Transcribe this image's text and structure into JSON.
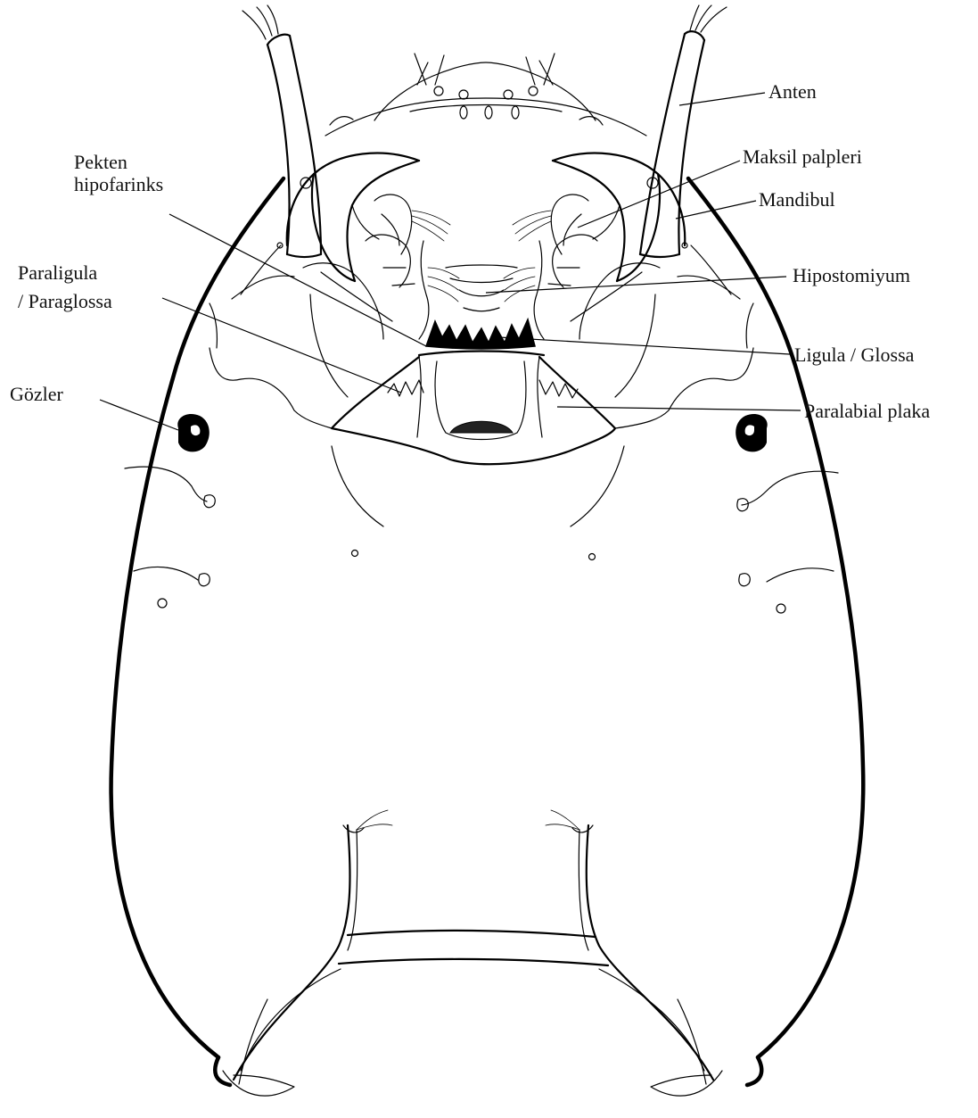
{
  "labels": {
    "anten": "Anten",
    "maksil_palpleri": "Maksil palpleri",
    "mandibul": "Mandibul",
    "pekten_line1": "Pekten",
    "pekten_line2": "hipofarinks",
    "hipostomiyum": "Hipostomiyum",
    "paraligula_line1": "Paraligula",
    "paraligula_line2": "/ Paraglossa",
    "ligula": "Ligula / Glossa",
    "gozler": "Gözler",
    "paralabial": "Paralabial plaka"
  },
  "colors": {
    "ink": "#000000",
    "background": "#ffffff"
  }
}
